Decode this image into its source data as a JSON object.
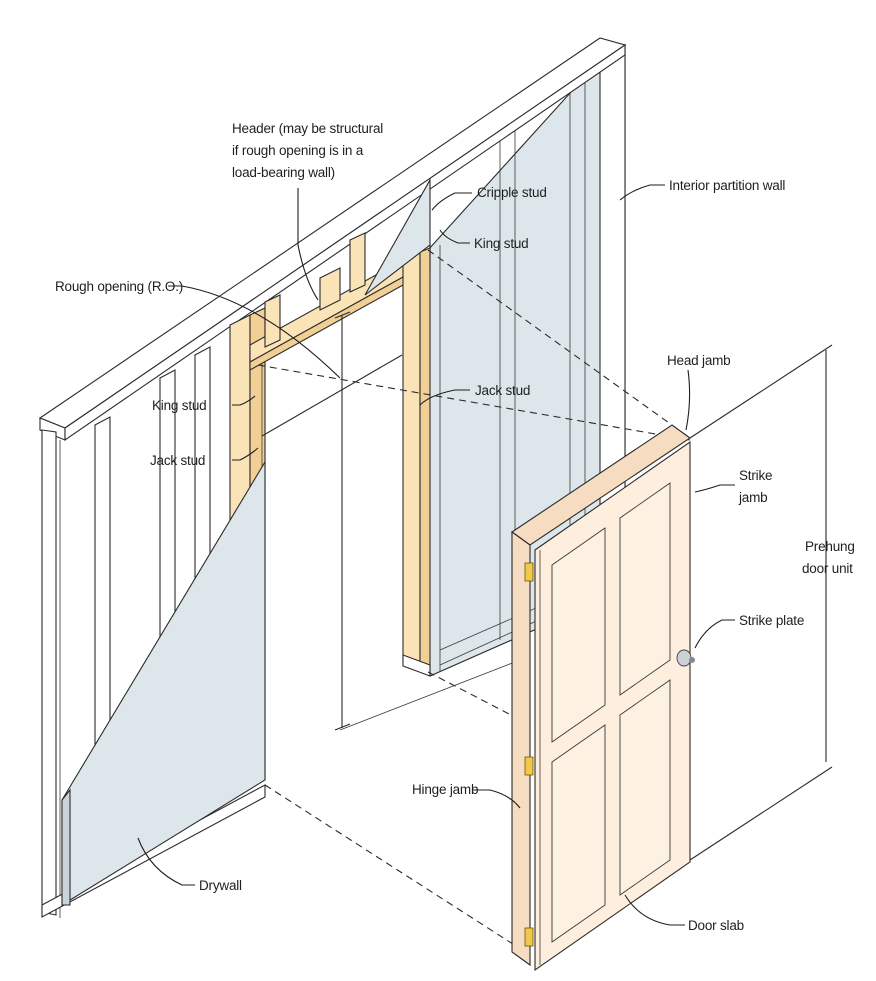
{
  "labels": {
    "header": [
      "Header (may be structural",
      "if rough opening is in a",
      "load-bearing wall)"
    ],
    "cripple_stud": "Cripple stud",
    "king_stud_right": "King stud",
    "interior_partition_wall": "Interior partition wall",
    "rough_opening": "Rough opening (R.O.)",
    "jack_stud_right": "Jack stud",
    "head_jamb": "Head jamb",
    "king_stud_left": "King stud",
    "jack_stud_left": "Jack stud",
    "strike_jamb": [
      "Strike",
      "jamb"
    ],
    "prehung_door_unit": [
      "Prehung",
      "door unit"
    ],
    "strike_plate": "Strike plate",
    "hinge_jamb": "Hinge jamb",
    "drywall": "Drywall",
    "door_slab": "Door slab"
  },
  "colors": {
    "framing_lumber": "#fbe3b8",
    "drywall": "#dde6ea",
    "door_slab": "#fdeedd",
    "hinge": "#f2c84b"
  }
}
